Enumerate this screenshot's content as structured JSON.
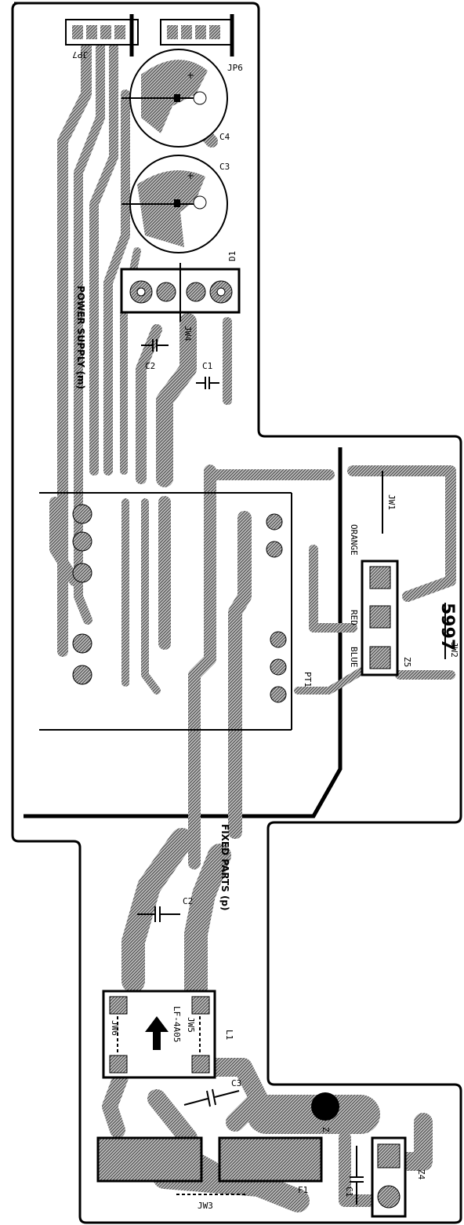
{
  "sections": {
    "power_supply": "POWER SUPPLY (m)",
    "fixed_parts": "FIXED PARTS (p)"
  },
  "board_number": "5997",
  "components": {
    "jp7": "JP7",
    "jp6": "JP6",
    "c4": "C4",
    "c3_top": "C3",
    "d1": "D1",
    "jw4": "JW4",
    "c2_top": "C2",
    "c1_top": "C1",
    "jw1": "JW1",
    "jw2": "JW2",
    "z5": "Z5",
    "pt1": "PT1",
    "c2_bottom": "C2",
    "l1": "L1",
    "lf": "LF-4A05",
    "jw5": "JW5",
    "jw6": "JW6",
    "c3_bottom": "C3",
    "z_mark": "Z",
    "jw3": "JW3",
    "f1": "F1",
    "c1_bottom": "C1",
    "z4": "Z4",
    "plus": "+"
  },
  "wire_colors": {
    "orange": "ORANGE",
    "red": "RED",
    "blue": "BLUE"
  }
}
